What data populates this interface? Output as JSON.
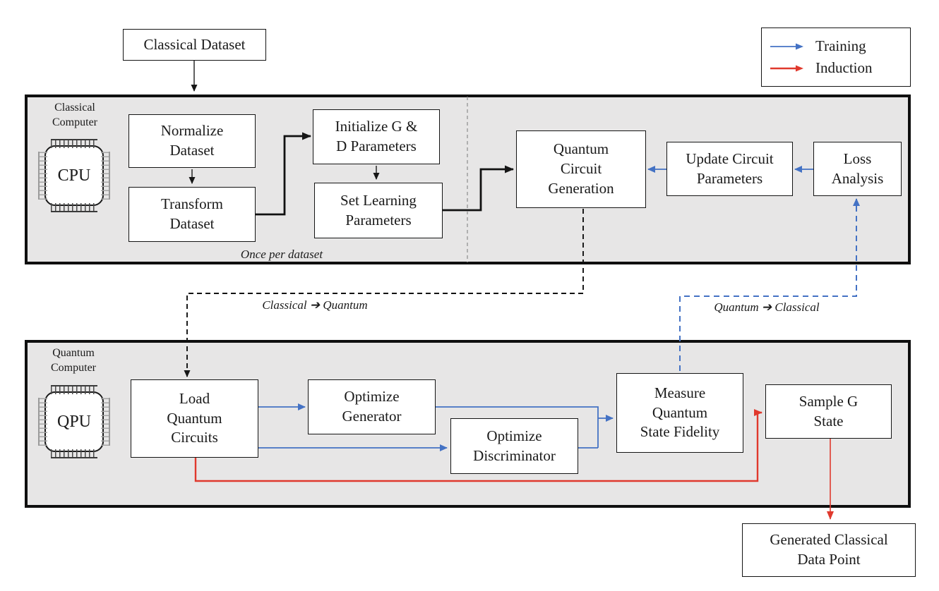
{
  "colors": {
    "training_blue": "#4472c4",
    "induction_red": "#e0392d",
    "section_fill": "#e7e6e6"
  },
  "legend": {
    "training": "Training",
    "induction": "Induction"
  },
  "top": {
    "classical_dataset": "Classical Dataset"
  },
  "classical": {
    "title": {
      "line1": "Classical",
      "line2": "Computer"
    },
    "chip": "CPU",
    "normalize": {
      "line1": "Normalize",
      "line2": "Dataset"
    },
    "transform": {
      "line1": "Transform",
      "line2": "Dataset"
    },
    "init": {
      "line1": "Initialize G &",
      "line2": "D Parameters"
    },
    "set_learning": {
      "line1": "Set Learning",
      "line2": "Parameters"
    },
    "qcg": {
      "line1": "Quantum",
      "line2": "Circuit",
      "line3": "Generation"
    },
    "update": {
      "line1": "Update Circuit",
      "line2": "Parameters"
    },
    "loss": {
      "line1": "Loss",
      "line2": "Analysis"
    },
    "note": "Once per dataset"
  },
  "quantum": {
    "title": {
      "line1": "Quantum",
      "line2": "Computer"
    },
    "chip": "QPU",
    "load": {
      "line1": "Load",
      "line2": "Quantum",
      "line3": "Circuits"
    },
    "opt_gen": {
      "line1": "Optimize",
      "line2": "Generator"
    },
    "opt_disc": {
      "line1": "Optimize",
      "line2": "Discriminator"
    },
    "measure": {
      "line1": "Measure",
      "line2": "Quantum",
      "line3": "State Fidelity"
    },
    "sample": {
      "line1": "Sample G",
      "line2": "State"
    }
  },
  "labels": {
    "c2q": "Classical ➔ Quantum",
    "q2c": "Quantum ➔ Classical"
  },
  "bottom": {
    "generated": {
      "line1": "Generated Classical",
      "line2": "Data Point"
    }
  }
}
